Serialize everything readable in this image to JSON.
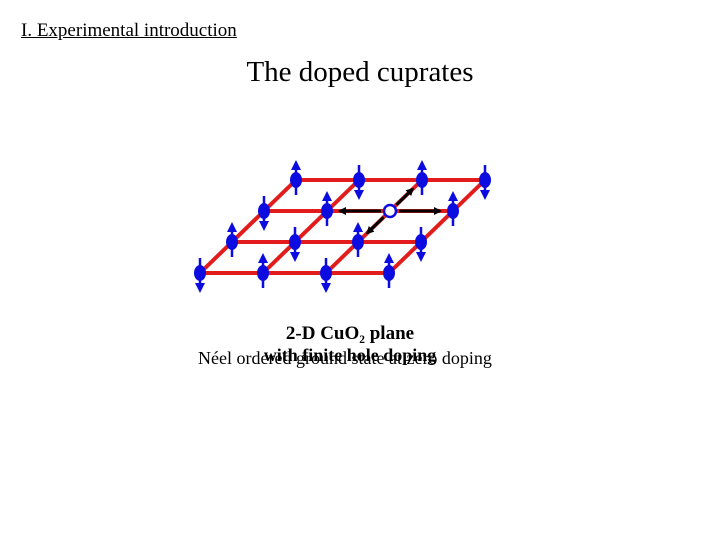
{
  "header": {
    "section": "I. Experimental introduction",
    "title": "The doped cuprates"
  },
  "diagram": {
    "lattice_color": "#e21c1c",
    "spin_color": "#0c0ce0",
    "hole_color": "#ffffff",
    "arrow_color": "#000000",
    "grid_size": "4x4",
    "hole_site": "row 2, column 3"
  },
  "captions": {
    "plane": "2-D CuO₂ plane",
    "neel": "Néel ordered ground state at zero doping",
    "doping": "with finite hole doping"
  }
}
